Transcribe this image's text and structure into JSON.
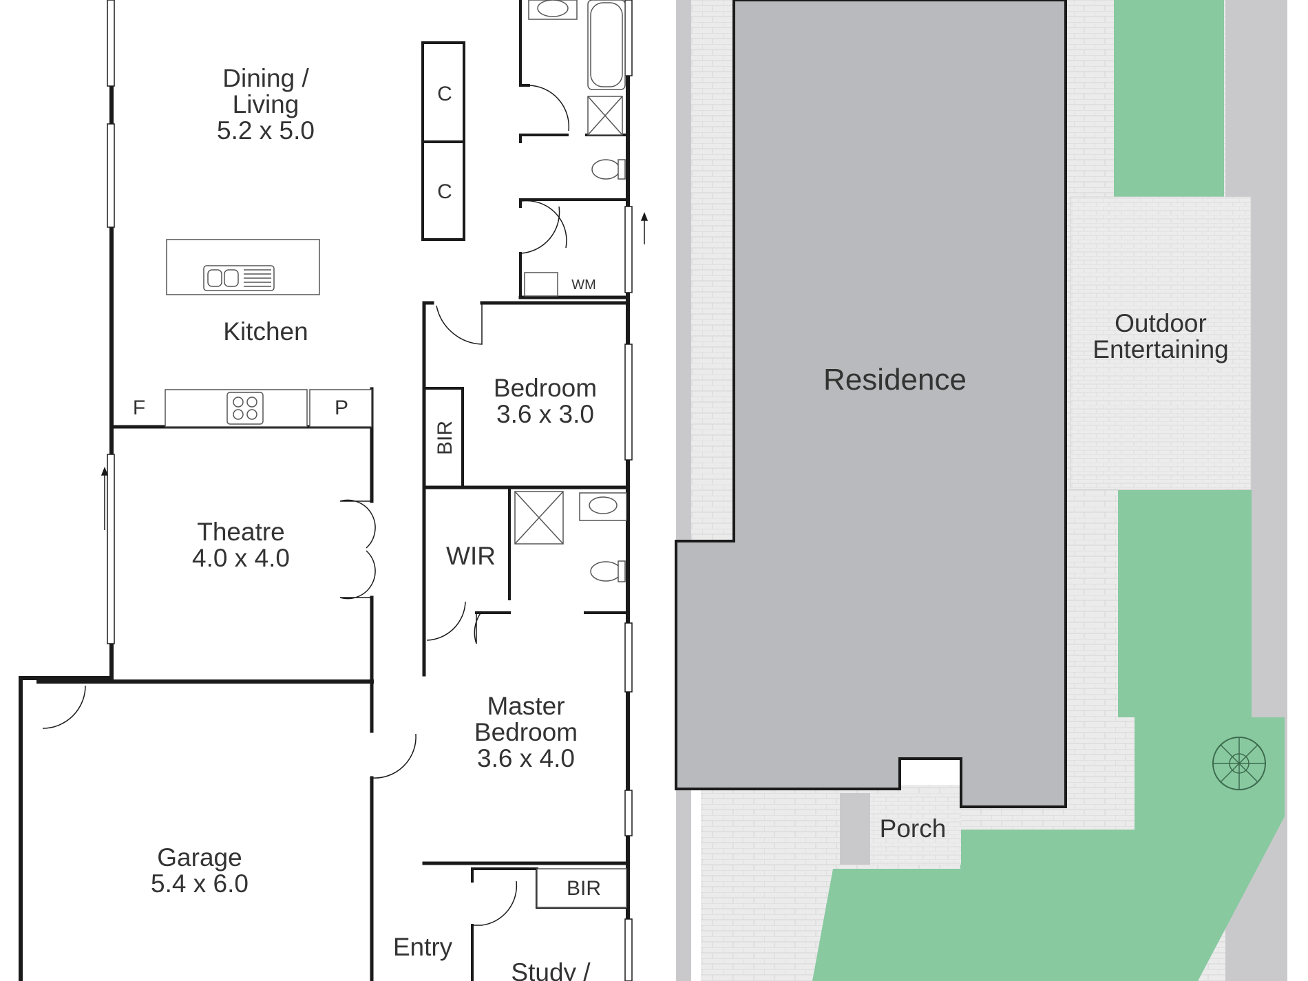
{
  "colors": {
    "wall": "#1a1a1a",
    "residence": "#b9babd",
    "paving": "#ebebeb",
    "paving_line": "#d8d8d8",
    "lawn": "#88c9a0",
    "fixture": "#555555"
  },
  "rooms": {
    "dining_living": {
      "line1": "Dining /",
      "line2": "Living",
      "size": "5.2 x 5.0"
    },
    "kitchen": {
      "name": "Kitchen"
    },
    "theatre": {
      "name": "Theatre",
      "size": "4.0 x 4.0"
    },
    "garage": {
      "name": "Garage",
      "size": "5.4 x 6.0"
    },
    "bedroom": {
      "name": "Bedroom",
      "size": "3.6 x 3.0"
    },
    "master_bedroom": {
      "line1": "Master",
      "line2": "Bedroom",
      "size": "3.6 x 4.0"
    },
    "entry": {
      "name": "Entry"
    },
    "study": {
      "name": "Study /"
    },
    "wir": {
      "name": "WIR"
    },
    "bir_bedroom": {
      "name": "BIR"
    },
    "bir_study": {
      "name": "BIR"
    },
    "cupboard_1": {
      "name": "C"
    },
    "cupboard_2": {
      "name": "C"
    },
    "fridge": {
      "name": "F"
    },
    "pantry": {
      "name": "P"
    },
    "laundry": {
      "name": "WM"
    }
  },
  "site": {
    "residence": "Residence",
    "outdoor": {
      "line1": "Outdoor",
      "line2": "Entertaining"
    },
    "porch": "Porch"
  }
}
